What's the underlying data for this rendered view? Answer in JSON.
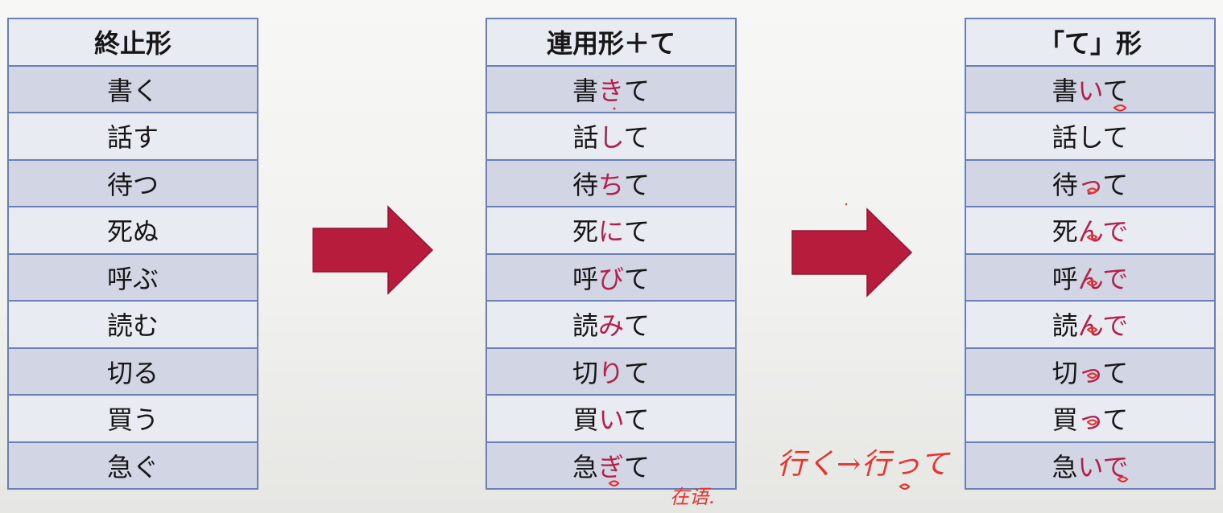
{
  "tables": [
    {
      "header": "終止形",
      "rows": [
        {
          "pre": "書く",
          "hl": "",
          "post": ""
        },
        {
          "pre": "話す",
          "hl": "",
          "post": ""
        },
        {
          "pre": "待つ",
          "hl": "",
          "post": ""
        },
        {
          "pre": "死ぬ",
          "hl": "",
          "post": ""
        },
        {
          "pre": "呼ぶ",
          "hl": "",
          "post": ""
        },
        {
          "pre": "読む",
          "hl": "",
          "post": ""
        },
        {
          "pre": "切る",
          "hl": "",
          "post": ""
        },
        {
          "pre": "買う",
          "hl": "",
          "post": ""
        },
        {
          "pre": "急ぐ",
          "hl": "",
          "post": ""
        }
      ]
    },
    {
      "header": "連用形＋て",
      "rows": [
        {
          "pre": "書",
          "hl": "き",
          "post": "て"
        },
        {
          "pre": "話",
          "hl": "し",
          "post": "て"
        },
        {
          "pre": "待",
          "hl": "ち",
          "post": "て"
        },
        {
          "pre": "死",
          "hl": "に",
          "post": "て"
        },
        {
          "pre": "呼",
          "hl": "び",
          "post": "て"
        },
        {
          "pre": "読",
          "hl": "み",
          "post": "て"
        },
        {
          "pre": "切",
          "hl": "り",
          "post": "て"
        },
        {
          "pre": "買",
          "hl": "い",
          "post": "て"
        },
        {
          "pre": "急",
          "hl": "ぎ",
          "post": "て"
        }
      ]
    },
    {
      "header": "「て」形",
      "rows": [
        {
          "pre": "書",
          "hl": "い",
          "post": "て"
        },
        {
          "pre": "話して",
          "hl": "",
          "post": ""
        },
        {
          "pre": "待",
          "hl": "っ",
          "post": "て"
        },
        {
          "pre": "死",
          "hl": "んで",
          "post": ""
        },
        {
          "pre": "呼",
          "hl": "んで",
          "post": ""
        },
        {
          "pre": "読",
          "hl": "んで",
          "post": ""
        },
        {
          "pre": "切",
          "hl": "っ",
          "post": "て"
        },
        {
          "pre": "買",
          "hl": "っ",
          "post": "て"
        },
        {
          "pre": "急",
          "hl": "いで",
          "post": ""
        }
      ]
    }
  ],
  "annotations": {
    "note1": "行く→行って",
    "note2": "在语."
  },
  "colors": {
    "arrow": "#b81c3d",
    "highlight": "#b3204b",
    "ink": "#e8332f",
    "row_dark": "#d1d5e4",
    "row_light": "#e9ebf3",
    "border": "#6a7fb6"
  }
}
